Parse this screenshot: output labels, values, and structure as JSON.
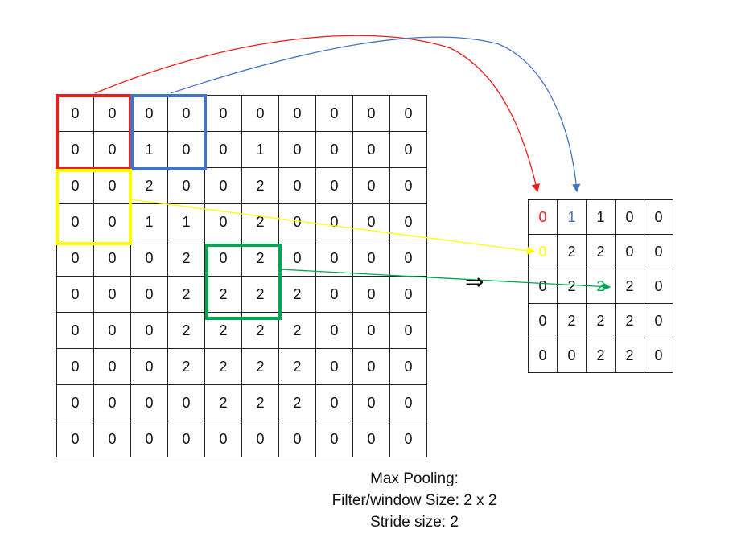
{
  "input_matrix": [
    [
      "0",
      "0",
      "0",
      "0",
      "0",
      "0",
      "0",
      "0",
      "0",
      "0"
    ],
    [
      "0",
      "0",
      "1",
      "0",
      "0",
      "1",
      "0",
      "0",
      "0",
      "0"
    ],
    [
      "0",
      "0",
      "2",
      "0",
      "0",
      "2",
      "0",
      "0",
      "0",
      "0"
    ],
    [
      "0",
      "0",
      "1",
      "1",
      "0",
      "2",
      "0",
      "0",
      "0",
      "0"
    ],
    [
      "0",
      "0",
      "0",
      "2",
      "0",
      "2",
      "0",
      "0",
      "0",
      "0"
    ],
    [
      "0",
      "0",
      "0",
      "2",
      "2",
      "2",
      "2",
      "0",
      "0",
      "0"
    ],
    [
      "0",
      "0",
      "0",
      "2",
      "2",
      "2",
      "2",
      "0",
      "0",
      "0"
    ],
    [
      "0",
      "0",
      "0",
      "2",
      "2",
      "2",
      "2",
      "0",
      "0",
      "0"
    ],
    [
      "0",
      "0",
      "0",
      "0",
      "2",
      "2",
      "2",
      "0",
      "0",
      "0"
    ],
    [
      "0",
      "0",
      "0",
      "0",
      "0",
      "0",
      "0",
      "0",
      "0",
      "0"
    ]
  ],
  "output_matrix": [
    [
      "0",
      "1",
      "1",
      "0",
      "0"
    ],
    [
      "0",
      "2",
      "2",
      "0",
      "0"
    ],
    [
      "0",
      "2",
      "2",
      "2",
      "0"
    ],
    [
      "0",
      "2",
      "2",
      "2",
      "0"
    ],
    [
      "0",
      "0",
      "2",
      "2",
      "0"
    ]
  ],
  "highlights": [
    {
      "name": "red",
      "color": "#ee1c1c",
      "in_row": 0,
      "in_col": 0,
      "out_row": 0,
      "out_col": 0
    },
    {
      "name": "blue",
      "color": "#4472c4",
      "in_row": 0,
      "in_col": 2,
      "out_row": 0,
      "out_col": 1
    },
    {
      "name": "yellow",
      "color": "#ffff00",
      "in_row": 2,
      "in_col": 0,
      "out_row": 1,
      "out_col": 0
    },
    {
      "name": "green",
      "color": "#00a651",
      "in_row": 4,
      "in_col": 4,
      "out_row": 2,
      "out_col": 2
    }
  ],
  "implies_symbol": "⇒",
  "caption": {
    "line1": "Max Pooling:",
    "line2": "Filter/window Size: 2 x 2",
    "line3": "Stride size: 2"
  }
}
